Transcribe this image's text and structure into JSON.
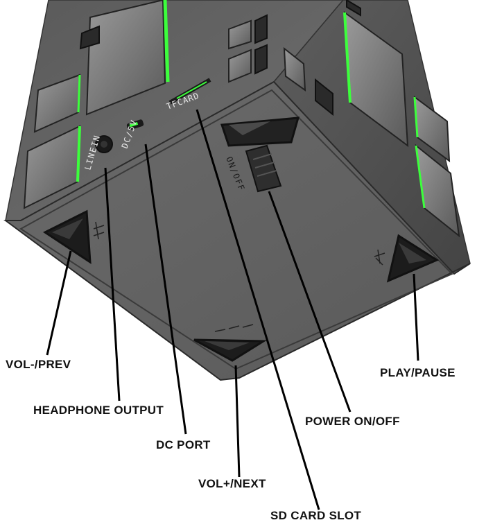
{
  "callouts": {
    "vol_minus_prev": "VOL-/PREV",
    "headphone_output": "HEADPHONE OUTPUT",
    "dc_port": "DC PORT",
    "vol_plus_next": "VOL+/NEXT",
    "sd_card_slot": "SD CARD SLOT",
    "power_on_off": "POWER ON/OFF",
    "play_pause": "PLAY/PAUSE"
  },
  "device_labels": {
    "line_in": "LINEIN",
    "dc_5v": "DC/5V",
    "tf_card": "TFCARD",
    "on_off": "ON/OFF"
  },
  "colors": {
    "led_green": "#3cff3c",
    "body_dark": "#4a4a4a",
    "body_light": "#6a6a6a"
  }
}
